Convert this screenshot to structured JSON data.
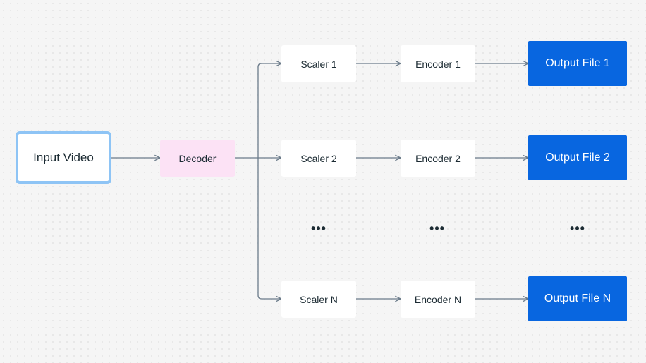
{
  "nodes": {
    "input": "Input Video",
    "decoder": "Decoder",
    "rows": [
      {
        "scaler": "Scaler 1",
        "encoder": "Encoder 1",
        "output": "Output File 1"
      },
      {
        "scaler": "Scaler 2",
        "encoder": "Encoder 2",
        "output": "Output File 2"
      },
      {
        "scaler": "Scaler N",
        "encoder": "Encoder N",
        "output": "Output File N"
      }
    ],
    "ellipsis": "•••"
  },
  "colors": {
    "background": "#f5f5f5",
    "input_border": "#8ec4f5",
    "decoder_fill": "#fce2f5",
    "output_fill": "#0866e0",
    "connector": "#6b7b8a",
    "text": "#1c2b33"
  }
}
